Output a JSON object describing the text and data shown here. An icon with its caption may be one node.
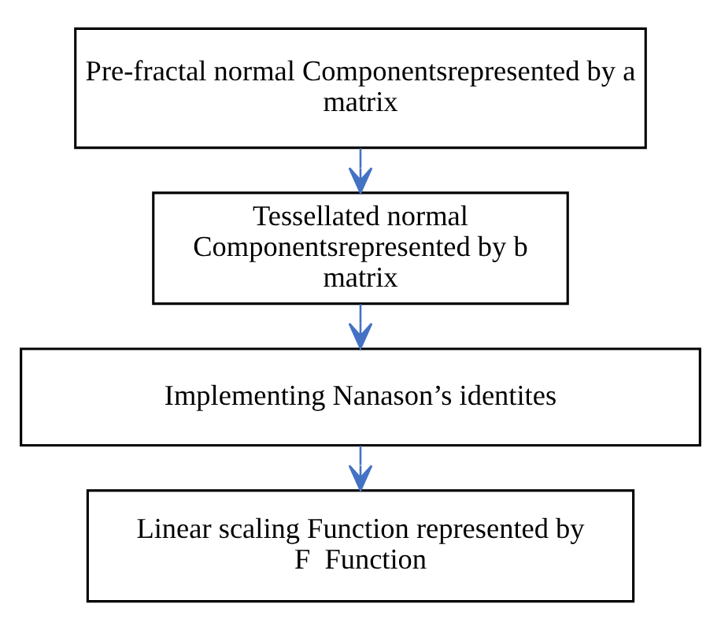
{
  "diagram": {
    "nodes": [
      {
        "text": [
          "Pre-fractal normal Componentsrepresented by a matrix"
        ]
      },
      {
        "text": [
          "Tessellated normal Componentsrepresented by b matrix"
        ]
      },
      {
        "text": [
          "Implementing Nanason’s identites"
        ]
      },
      {
        "text": [
          "Linear scaling Function represented by F  Function"
        ]
      }
    ],
    "edges": [
      {
        "from": 0,
        "to": 1,
        "arrow": "to"
      },
      {
        "from": 1,
        "to": 2,
        "arrow": "to"
      },
      {
        "from": 2,
        "to": 3,
        "arrow": "to"
      }
    ]
  }
}
